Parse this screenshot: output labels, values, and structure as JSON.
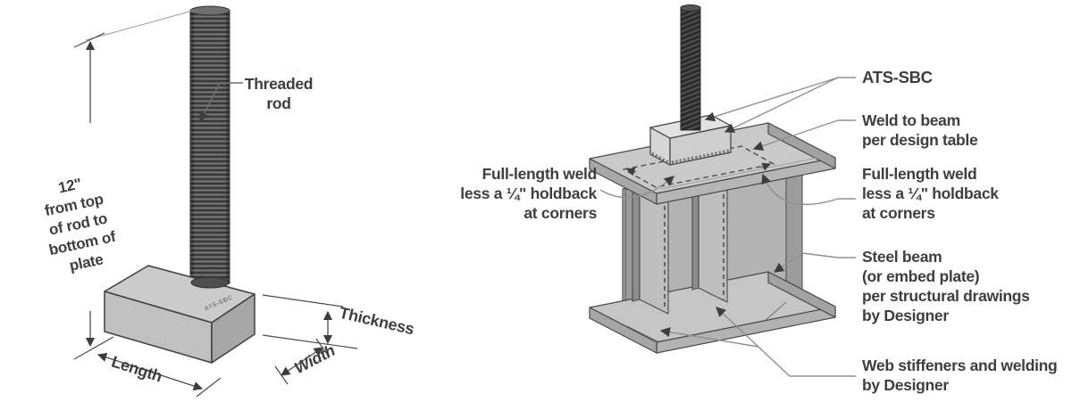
{
  "figure": {
    "left": {
      "threaded_rod_label": "Threaded\nrod",
      "dimension_note": "12\"\nfrom top\nof rod to\nbottom of\nplate",
      "length_label": "Length",
      "width_label": "Width",
      "thickness_label": "Thickness",
      "plate_stamp": "ATS-SBC"
    },
    "right": {
      "product_label": "ATS-SBC",
      "weld_to_beam_label": "Weld to beam\nper design table",
      "holdback_left_label": "Full-length weld\nless a ¼\" holdback\nat corners",
      "holdback_right_label": "Full-length weld\nless a ¼\" holdback\nat corners",
      "steel_beam_label": "Steel beam\n(or embed plate)\nper structural drawings\nby Designer",
      "web_stiffeners_label": "Web stiffeners and welding\nby Designer"
    },
    "colors": {
      "line": "#4a4a4a",
      "text": "#3e3e3e",
      "leader": "#8f8f8f",
      "steel_light": "#c9c9c9",
      "steel_mid": "#b4b4b4",
      "steel_dark": "#a2a2a2",
      "rod_dark": "#3a3a3a",
      "background": "#ffffff"
    }
  }
}
